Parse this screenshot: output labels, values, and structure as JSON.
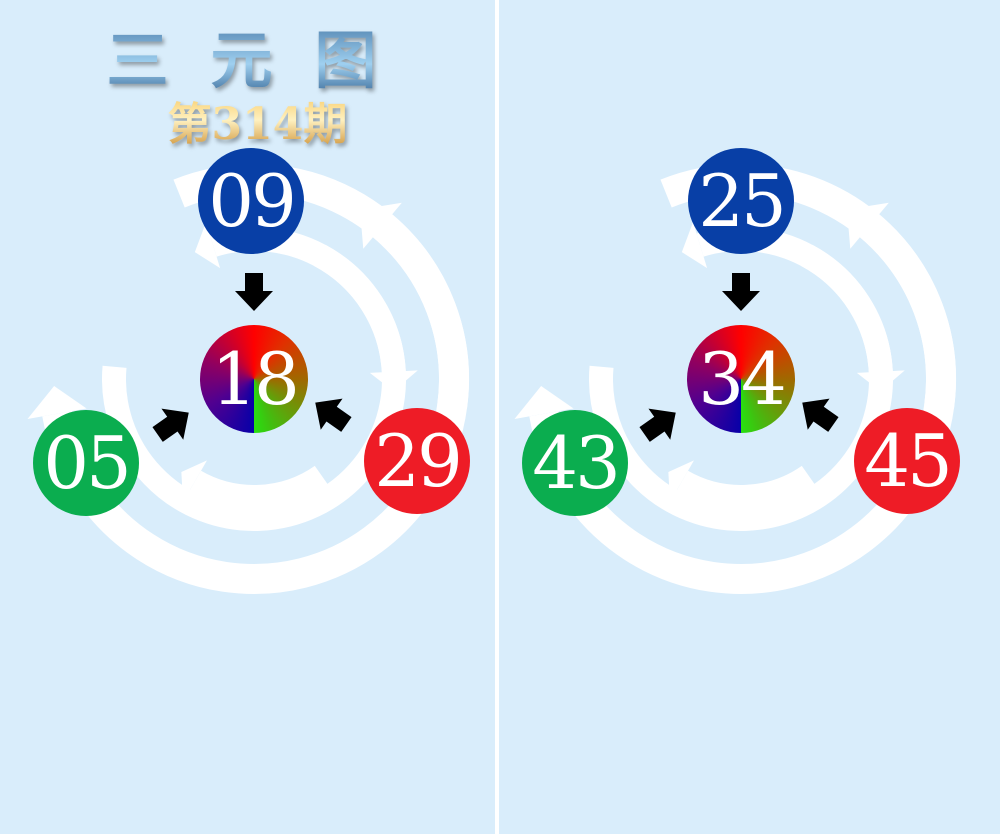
{
  "title": "三元图",
  "issue": "第314期",
  "colors": {
    "background": "#d9edfb",
    "top": "#083fa6",
    "left": "#0bad4f",
    "right": "#ee1c26"
  },
  "panels": [
    {
      "top": "09",
      "center": "18",
      "left": "05",
      "right": "29"
    },
    {
      "top": "25",
      "center": "34",
      "left": "43",
      "right": "45"
    }
  ]
}
